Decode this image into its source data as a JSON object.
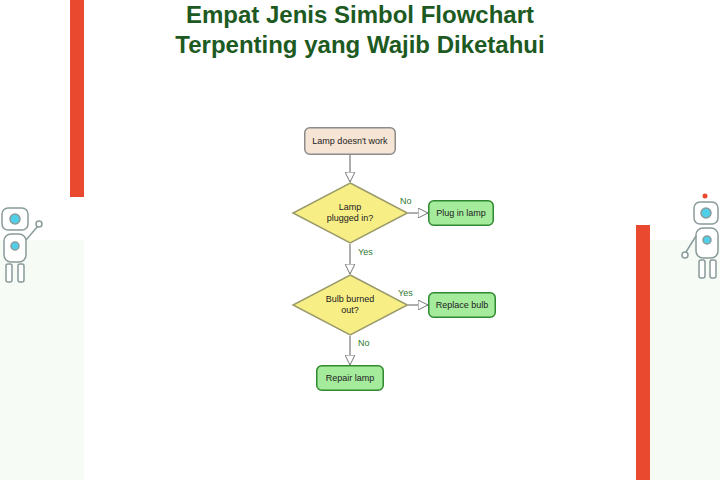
{
  "diagram": {
    "title": "Empat Jenis Simbol Flowchart Terpenting yang Wajib Diketahui",
    "nodes": [
      {
        "text": [
          "Lamp doesn't work"
        ]
      },
      {
        "text": [
          "Lamp plugged in?"
        ]
      },
      {
        "text": [
          "Plug in lamp"
        ]
      },
      {
        "text": [
          "Bulb burned out?"
        ]
      },
      {
        "text": [
          "Replace bulb"
        ]
      },
      {
        "text": [
          "Repair lamp"
        ]
      }
    ],
    "edges": [
      {
        "from": 0,
        "to": 1,
        "arrow": "to"
      },
      {
        "from": 1,
        "to": 2,
        "label": "No",
        "arrow": "to"
      },
      {
        "from": 1,
        "to": 3,
        "label": "Yes",
        "arrow": "to"
      },
      {
        "from": 3,
        "to": 4,
        "label": "Yes",
        "arrow": "to"
      },
      {
        "from": 3,
        "to": 5,
        "label": "No",
        "arrow": "to"
      }
    ]
  }
}
